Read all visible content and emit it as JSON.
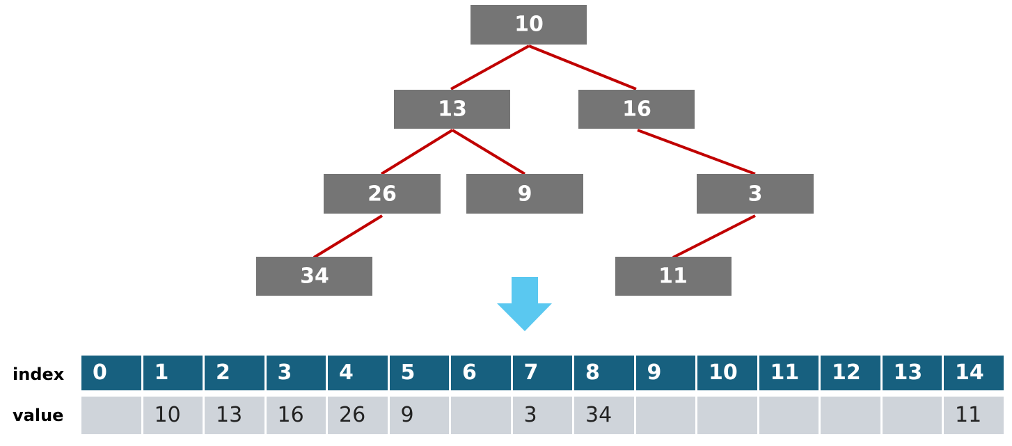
{
  "tree": {
    "nodes": [
      "10",
      "13",
      "16",
      "26",
      "9",
      "3",
      "34",
      "11"
    ],
    "node_color": "#757575",
    "edge_color": "#c00000"
  },
  "arrow": {
    "icon": "down-arrow-icon",
    "color": "#5ac8f0"
  },
  "array": {
    "index_label": "index",
    "value_label": "value",
    "indices": [
      "0",
      "1",
      "2",
      "3",
      "4",
      "5",
      "6",
      "7",
      "8",
      "9",
      "10",
      "11",
      "12",
      "13",
      "14"
    ],
    "values": [
      "",
      "10",
      "13",
      "16",
      "26",
      "9",
      "",
      "3",
      "34",
      "",
      "",
      "",
      "",
      "",
      "11"
    ],
    "index_color": "#17607f",
    "value_color": "#cfd4da"
  }
}
